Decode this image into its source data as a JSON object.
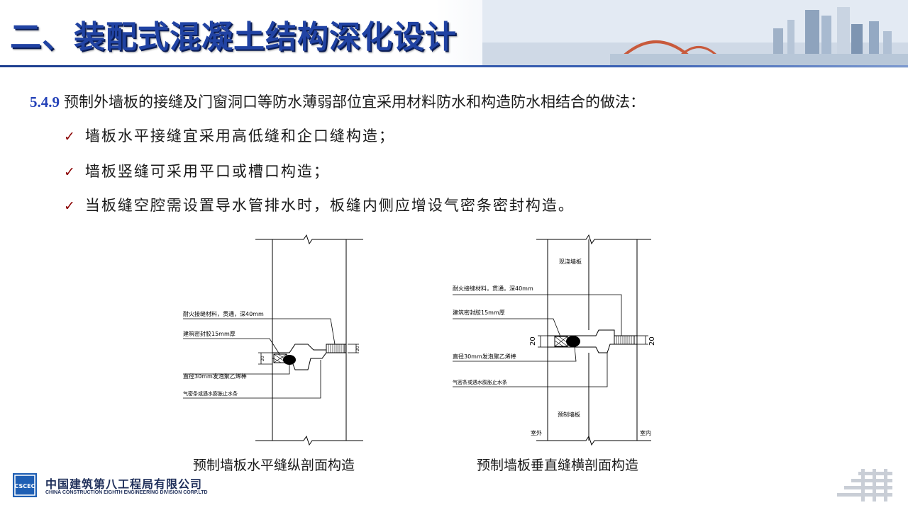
{
  "header": {
    "title": "二、装配式混凝土结构深化设计"
  },
  "content": {
    "clause_number": "5.4.9",
    "clause_text": "预制外墙板的接缝及门窗洞口等防水薄弱部位宜采用材料防水和构造防水相结合的做法：",
    "bullets": [
      "墙板水平接缝宜采用高低缝和企口缝构造；",
      "墙板竖缝可采用平口或槽口构造；",
      "当板缝空腔需设置导水管排水时，板缝内侧应增设气密条密封构造。"
    ]
  },
  "diagram_left": {
    "caption": "预制墙板水平缝纵剖面构造",
    "labels": {
      "fire_material": "耐火接缝材料，贯通，深40mm",
      "sealant": "建筑密封胶15mm厚",
      "foam_rod": "直径30mm发泡聚乙烯棒",
      "airtight_strip": "气密条或遇水膨胀止水条",
      "dim": "20"
    }
  },
  "diagram_right": {
    "caption": "预制墙板垂直缝横剖面构造",
    "labels": {
      "cast_wall": "现浇墙板",
      "fire_material": "耐火接缝材料，贯通，深40mm",
      "sealant": "建筑密封胶15mm厚",
      "foam_rod": "直径30mm发泡聚乙烯棒",
      "airtight_strip": "气密条或遇水膨胀止水条",
      "precast_wall": "预制墙板",
      "outdoor": "室外",
      "indoor": "室内",
      "dim_left": "20",
      "dim_right": "20"
    }
  },
  "footer": {
    "company_cn": "中国建筑第八工程局有限公司",
    "company_en": "CHINA CONSTRUCTION EIGHTH ENGINEERING DIVISION CORP.LTD",
    "logo_text": "CSCEC"
  },
  "icons": {
    "bullet": "check-icon",
    "logo": "cscec-logo-icon",
    "corner": "building-mark-icon"
  },
  "colors": {
    "title": "#2143a3",
    "title_shadow": "#0b1d55",
    "clause_number": "#2442b8",
    "check": "#8a0000",
    "header_line": "#1d3f8f"
  }
}
